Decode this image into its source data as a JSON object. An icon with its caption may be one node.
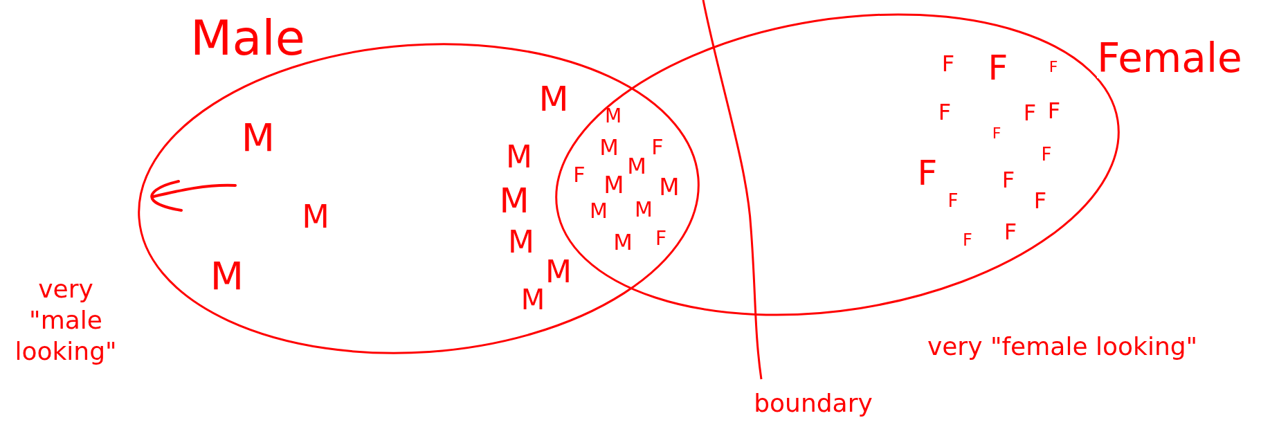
{
  "diagram": {
    "nodes": [
      {
        "text": [
          "Male"
        ]
      },
      {
        "text": [
          "Female"
        ]
      }
    ],
    "labels": [
      "M",
      "M",
      "M",
      "M",
      "M",
      "M",
      "F",
      "M",
      "F",
      "M",
      "M",
      "M",
      "M",
      "M",
      "M",
      "F",
      "M",
      "M",
      "M",
      "M",
      "F",
      "F",
      "F",
      "F",
      "F",
      "F",
      "F",
      "F",
      "F",
      "F",
      "F",
      "F",
      "F",
      "F",
      "very \"male looking\"",
      "very \"female looking\"",
      "boundary"
    ]
  }
}
